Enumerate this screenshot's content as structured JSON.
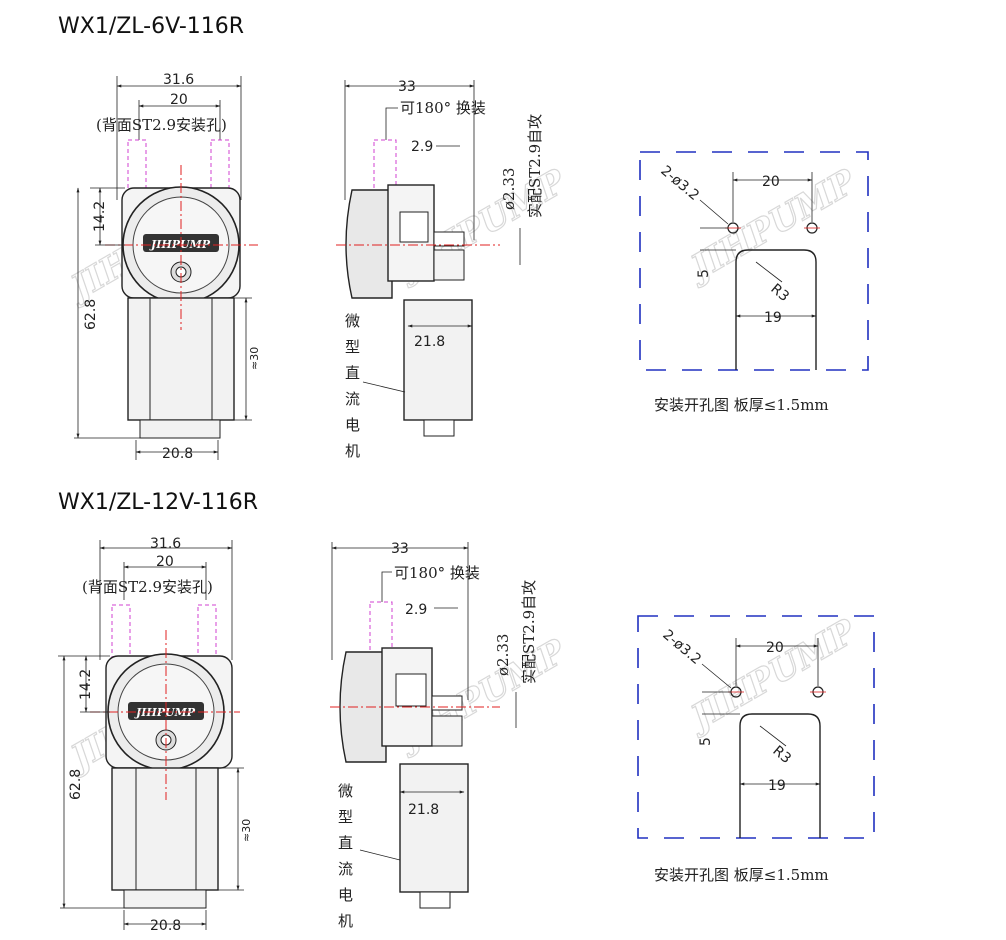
{
  "diagrams": [
    {
      "model": "WX1/ZL-6V-116R",
      "front": {
        "width_outer": "31.6",
        "width_inner": "20",
        "back_note": "(背面ST2.9安装孔)",
        "height_top": "14.2",
        "height_total": "62.8",
        "motor_len": "≈30",
        "base_width": "20.8"
      },
      "side": {
        "depth": "33",
        "rotate_note": "可180° 换装",
        "tube_gap": "2.9",
        "dia": "ø2.33",
        "screw_note": "实配ST2.9自攻",
        "motor_width": "21.8",
        "motor_label": [
          "微",
          "型",
          "直",
          "流",
          "电",
          "机"
        ]
      },
      "cutout": {
        "holes": "2-ø3.2",
        "hole_pitch": "20",
        "offset": "5",
        "radius": "R3",
        "slot_width": "19",
        "caption": "安装开孔图  板厚≤1.5mm"
      }
    },
    {
      "model": "WX1/ZL-12V-116R",
      "front": {
        "width_outer": "31.6",
        "width_inner": "20",
        "back_note": "(背面ST2.9安装孔)",
        "height_top": "14.2",
        "height_total": "62.8",
        "motor_len": "≈30",
        "base_width": "20.8"
      },
      "side": {
        "depth": "33",
        "rotate_note": "可180° 换装",
        "tube_gap": "2.9",
        "dia": "ø2.33",
        "screw_note": "实配ST2.9自攻",
        "motor_width": "21.8",
        "motor_label": [
          "微",
          "型",
          "直",
          "流",
          "电",
          "机"
        ]
      },
      "cutout": {
        "holes": "2-ø3.2",
        "hole_pitch": "20",
        "offset": "5",
        "radius": "R3",
        "slot_width": "19",
        "caption": "安装开孔图  板厚≤1.5mm"
      }
    }
  ],
  "logo_text": "JIHPUMP",
  "colors": {
    "line": "#222222",
    "center": "#e02020",
    "tube": "#d040d0",
    "frame": "#2030c0",
    "watermark": "#d0d0d0"
  }
}
